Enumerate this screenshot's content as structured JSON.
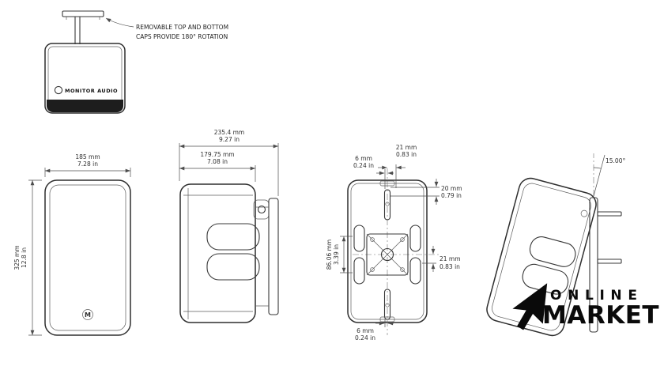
{
  "callout": {
    "line1": "REMOVABLE TOP AND BOTTOM",
    "line2": "CAPS PROVIDE 180° ROTATION"
  },
  "product": {
    "brand": "MONITOR AUDIO",
    "logo_letter": "M"
  },
  "views": {
    "front": {
      "width": {
        "mm": "185 mm",
        "in": "7.28 in"
      },
      "height": {
        "mm": "325 mm",
        "in": "12.8 in"
      }
    },
    "side": {
      "depth_total": {
        "mm": "235.4 mm",
        "in": "9.27 in"
      },
      "depth_body": {
        "mm": "179.75 mm",
        "in": "7.08 in"
      }
    },
    "back": {
      "dim_top": {
        "mm": "21 mm",
        "in": "0.83 in"
      },
      "dim_top_left": {
        "mm": "6 mm",
        "in": "0.24 in"
      },
      "dim_right_upper": {
        "mm": "20 mm",
        "in": "0.79 in"
      },
      "dim_left": {
        "mm": "86.06 mm",
        "in": "3.39 in"
      },
      "dim_right_lower": {
        "mm": "21 mm",
        "in": "0.83 in"
      },
      "dim_bottom": {
        "mm": "6 mm",
        "in": "0.24 in"
      }
    },
    "tilt": {
      "angle": "15.00°"
    }
  },
  "watermark": {
    "line1": "ONLINE",
    "line2": "MARKET"
  },
  "icons": {
    "cursor": "cursor-arrow"
  },
  "colors": {
    "line": "#383838",
    "dimension": "#4d4d4d",
    "logo": "#0a0a0a",
    "base": "#1d1d1d",
    "background": "#ffffff"
  }
}
